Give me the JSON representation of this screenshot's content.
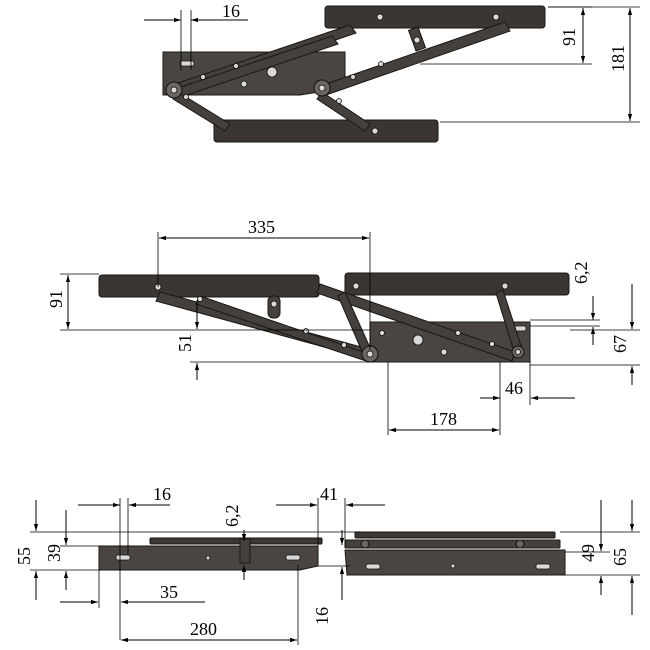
{
  "dimensions": {
    "view1": {
      "d16": "16",
      "d91": "91",
      "d181": "181"
    },
    "view2": {
      "d335": "335",
      "d91": "91",
      "d51": "51",
      "d6_2": "6,2",
      "d67": "67",
      "d46": "46",
      "d178": "178"
    },
    "view3": {
      "d16a": "16",
      "d41": "41",
      "d6_2": "6,2",
      "d55": "55",
      "d39": "39",
      "d35": "35",
      "d280": "280",
      "d49": "49",
      "d65": "65",
      "d16b": "16"
    }
  }
}
